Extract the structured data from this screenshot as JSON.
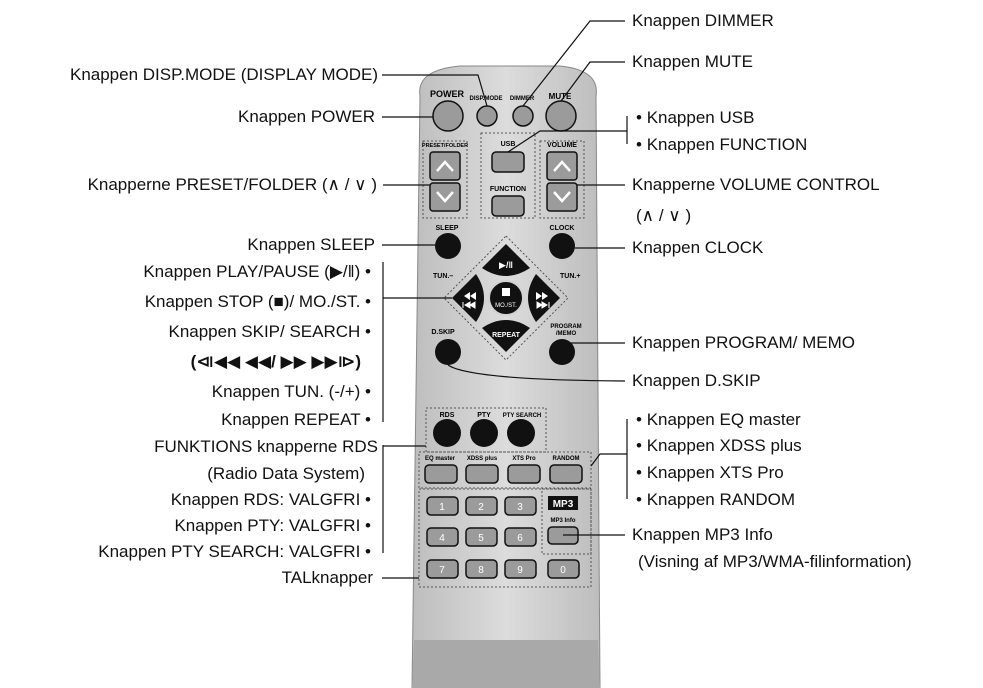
{
  "labels": {
    "dimmer": "Knappen DIMMER",
    "mute": "Knappen MUTE",
    "dispmode": "Knappen DISP.MODE (DISPLAY MODE)",
    "power": "Knappen POWER",
    "usb": "Knappen USB",
    "function": "Knappen FUNCTION",
    "preset": "Knapperne PRESET/FOLDER (∧ / ∨ )",
    "volume_1": "Knapperne VOLUME CONTROL",
    "volume_2": "(∧ / ∨ )",
    "sleep": "Knappen SLEEP",
    "clock": "Knappen CLOCK",
    "play": "Knappen PLAY/PAUSE (▶/‖)",
    "stop": "Knappen STOP (■)/ MO./ST.",
    "skip_1": "Knappen SKIP/ SEARCH",
    "skip_2": "(⧏◀◀ ◀◀/ ▶▶ ▶▶⧐)",
    "tun": "Knappen TUN. (-/+)",
    "repeat": "Knappen REPEAT",
    "program": "Knappen PROGRAM/ MEMO",
    "dskip": "Knappen D.SKIP",
    "rds_func_1": "FUNKTIONS knapperne RDS",
    "rds_func_2": "(Radio Data System)",
    "rds_opt": "Knappen RDS: VALGFRI",
    "pty_opt": "Knappen PTY: VALGFRI",
    "ptysearch_opt": "Knappen PTY SEARCH: VALGFRI",
    "numbers": "TALknapper",
    "eq": "Knappen EQ master",
    "xdss": "Knappen XDSS plus",
    "xts": "Knappen XTS Pro",
    "random": "Knappen RANDOM",
    "mp3info_1": "Knappen MP3 Info",
    "mp3info_2": "(Visning af MP3/WMA-filinformation)"
  },
  "bullet": "•",
  "remote": {
    "power": "POWER",
    "dispmode": "DISP.MODE",
    "dimmer": "DIMMER",
    "mute": "MUTE",
    "preset": "PRESET/FOLDER",
    "usb": "USB",
    "volume": "VOLUME",
    "function": "FUNCTION",
    "sleep": "SLEEP",
    "clock": "CLOCK",
    "tun_minus": "TUN.–",
    "tun_plus": "TUN.+",
    "play": "▶/‖",
    "mo_st": "MO./ST.",
    "repeat": "REPEAT",
    "dskip": "D.SKIP",
    "program": "PROGRAM",
    "memo": "/MEMO",
    "rds": "RDS",
    "pty": "PTY",
    "ptysearch": "PTY SEARCH",
    "eq": "EQ master",
    "xdss": "XDSS plus",
    "xts": "XTS Pro",
    "random": "RANDOM",
    "mp3": "MP3",
    "mp3info": "MP3 Info",
    "digits": [
      "1",
      "2",
      "3",
      "4",
      "5",
      "6",
      "7",
      "8",
      "9",
      "0"
    ]
  },
  "colors": {
    "body": "#d2d2d2",
    "body_dark": "#a9a9a9",
    "button_gray": "#9b9b9b",
    "button_black": "#111111",
    "line": "#111111"
  }
}
